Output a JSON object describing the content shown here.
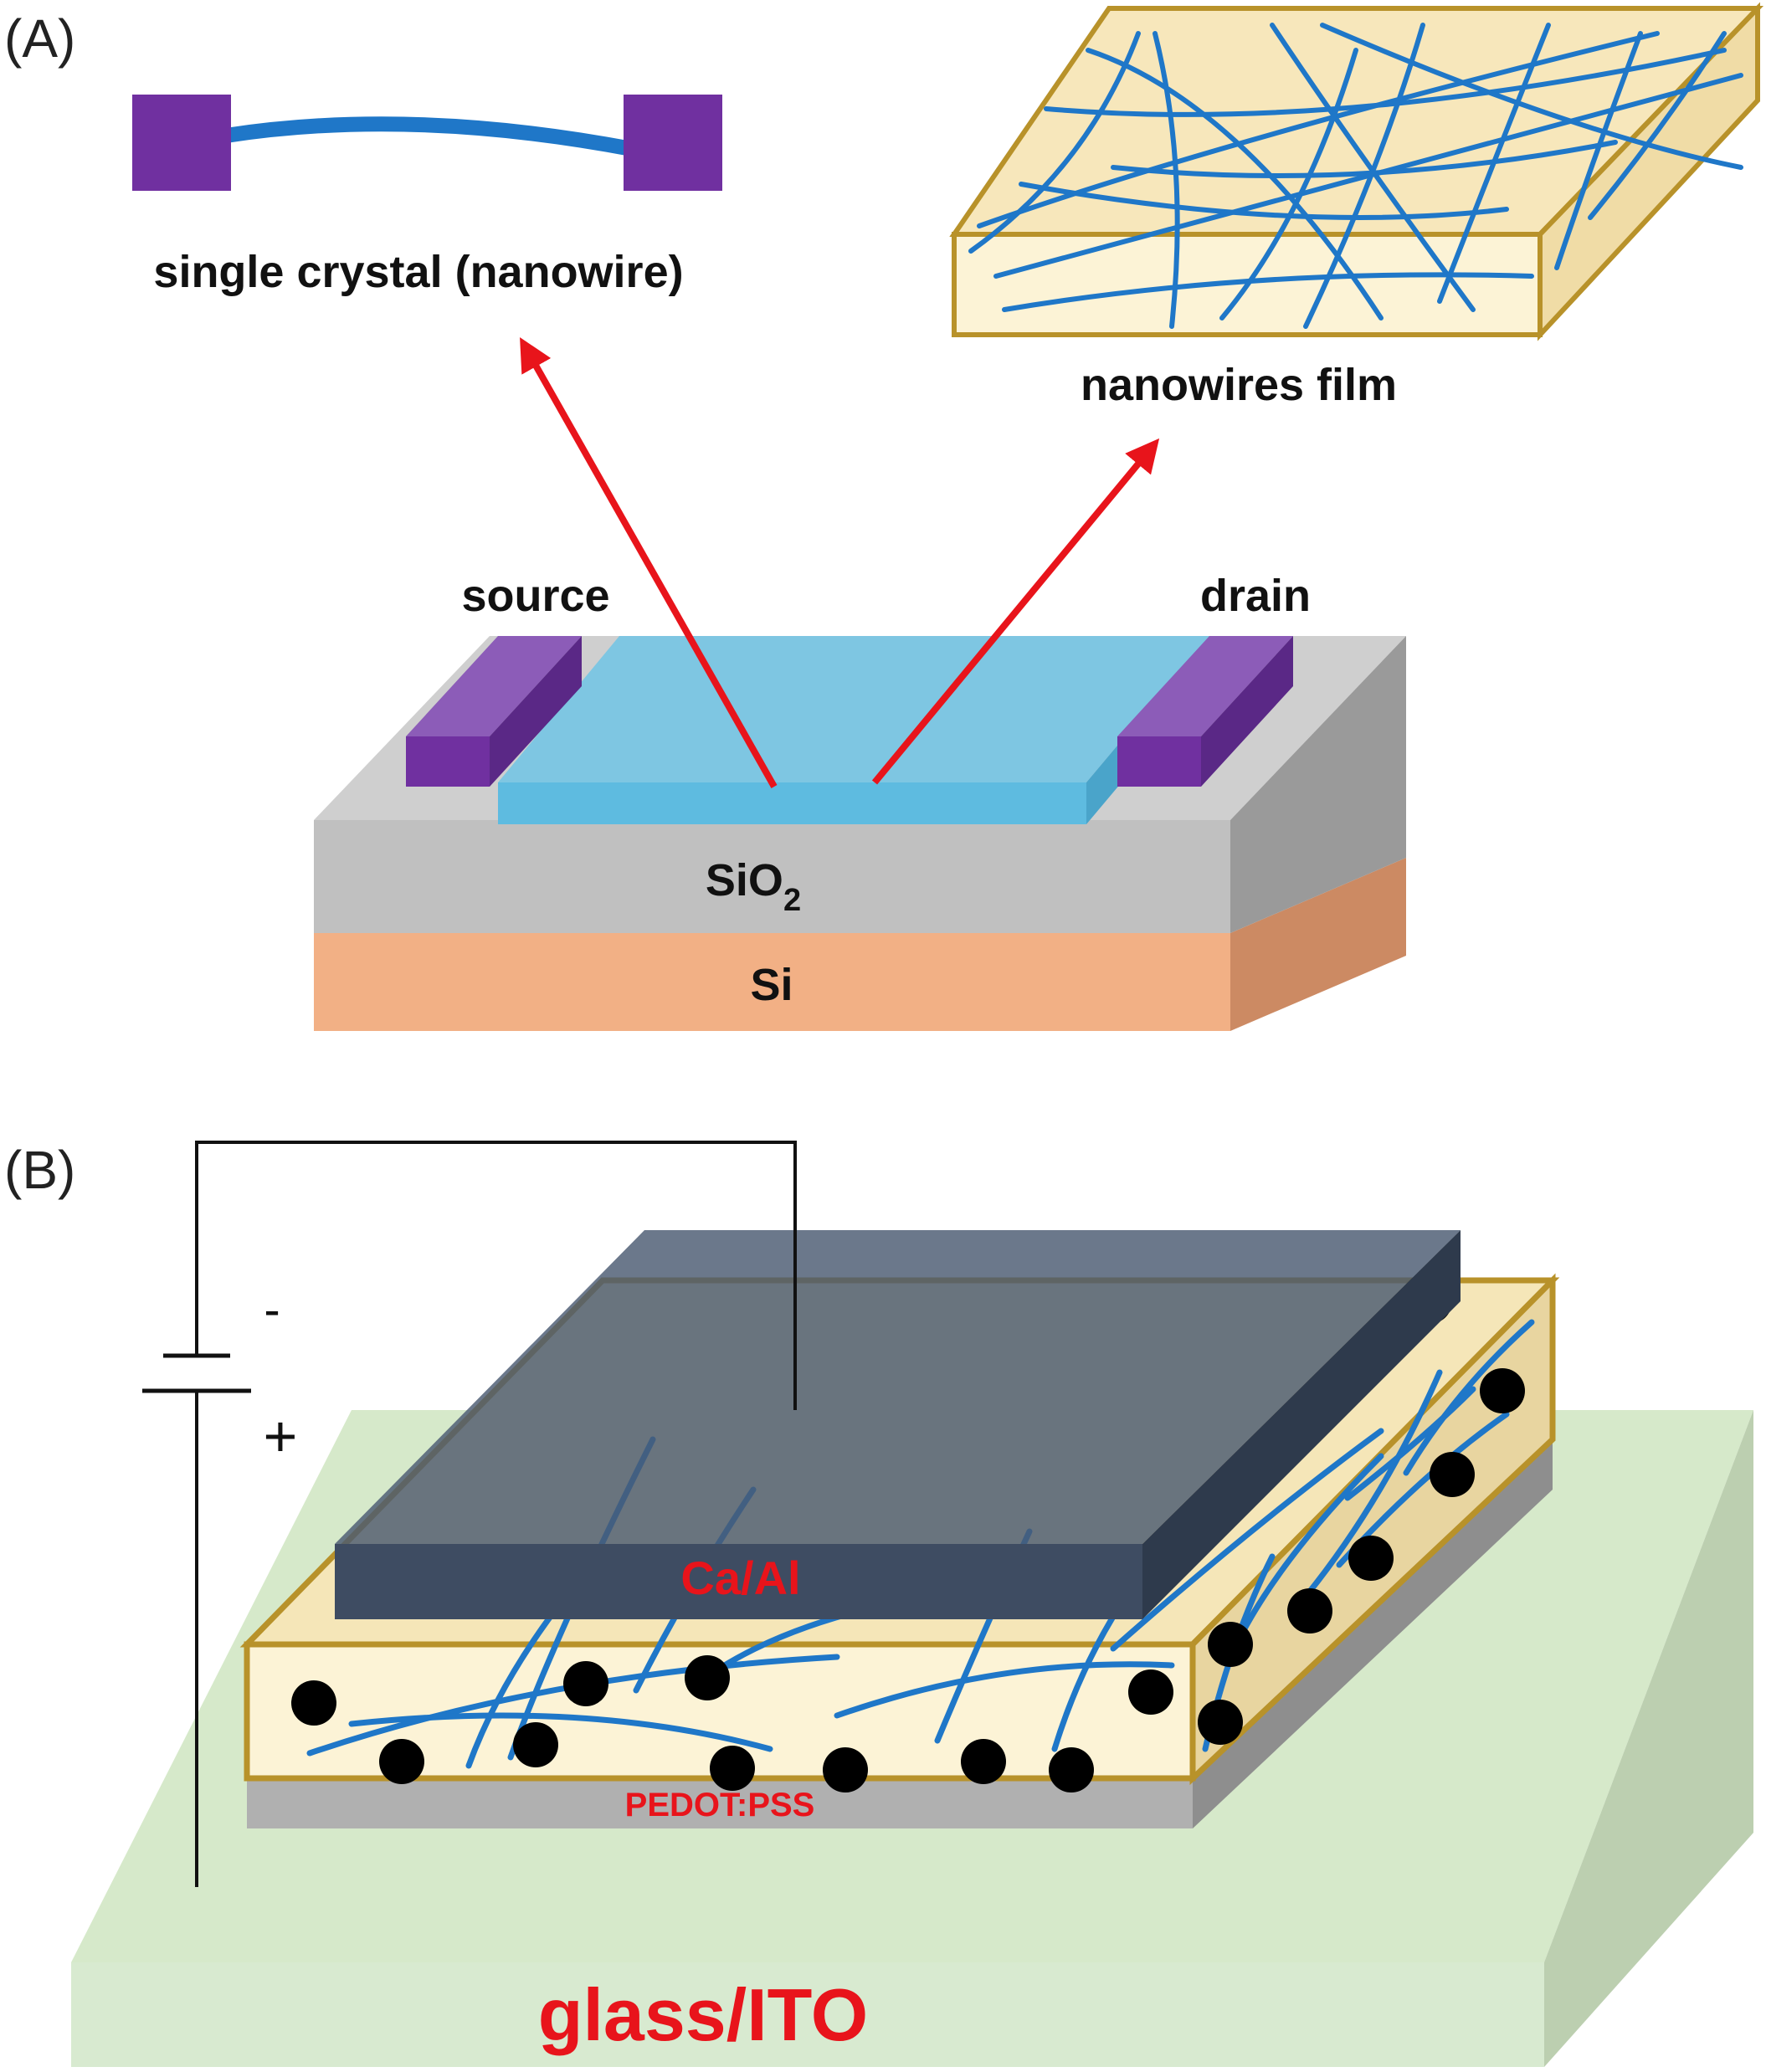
{
  "panel_a": {
    "label": "(A)",
    "single_crystal_label": "single crystal (nanowire)",
    "film_label": "nanowires film",
    "source_label": "source",
    "drain_label": "drain",
    "sio2_label_main": "SiO",
    "sio2_label_sub": "2",
    "si_label": "Si"
  },
  "panel_b": {
    "label": "(B)",
    "minus_label": "-",
    "plus_label": "+",
    "cathode_label": "Ca/Al",
    "pedot_label": "PEDOT:PSS",
    "substrate_label": "glass/ITO"
  },
  "colors": {
    "electrode": "#7030a0",
    "nanowire": "#1f77c8",
    "film": "#fcf3d6",
    "film_border": "#b8922a",
    "sio2": "#c0c0c0",
    "si": "#f2b085",
    "channel": "#5ebbe0",
    "arrow": "#e8141b",
    "cathode": "#4a5a72",
    "glass": "#d8ead0",
    "pedot": "#b0b0b0"
  }
}
